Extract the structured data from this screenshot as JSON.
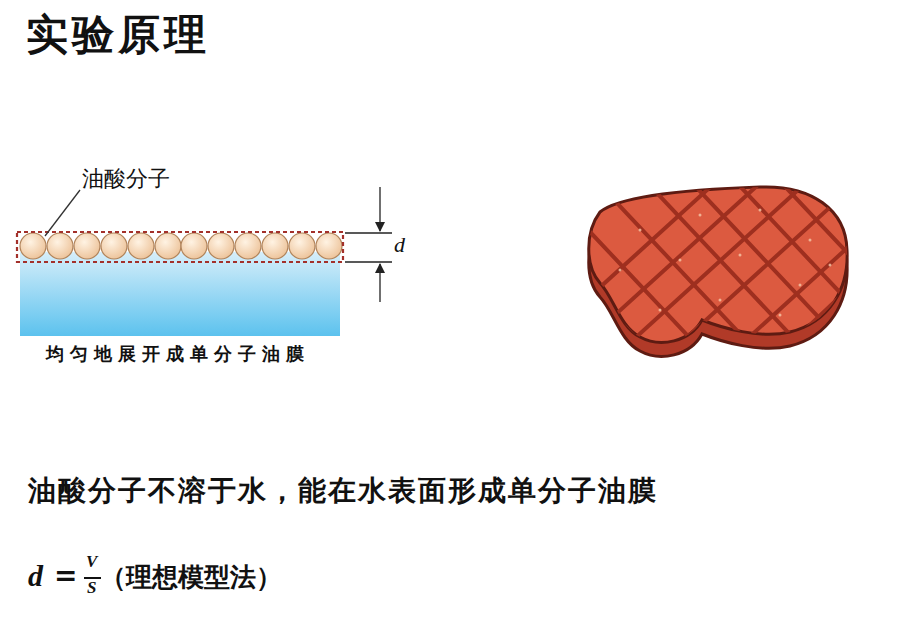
{
  "diagram": {
    "title": "实验原理",
    "labels": [
      "油酸分子",
      "d",
      "均匀地展开成单分子油膜",
      "油酸分子不溶于水，能在水表面形成单分子油膜",
      "d",
      "=",
      "V",
      "S",
      "（理想模型法）"
    ]
  }
}
